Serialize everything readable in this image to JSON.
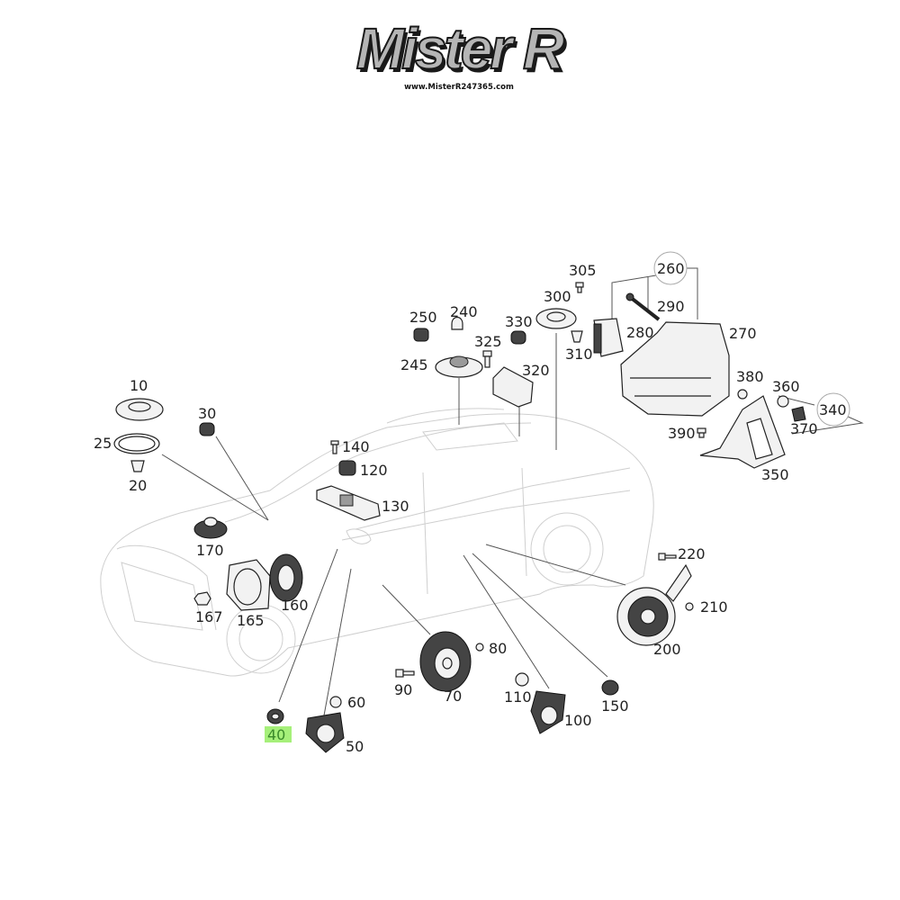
{
  "logo": {
    "brand": "Mister R",
    "url": "www.MisterR247365.com"
  },
  "diagram": {
    "title": "Audio system speaker parts exploded view",
    "highlight_color": "#a6f07a",
    "highlighted_part": "40",
    "parts": [
      {
        "id": "10",
        "name": "front-door-tweeter-speaker"
      },
      {
        "id": "20",
        "name": "clip"
      },
      {
        "id": "25",
        "name": "speaker-ring"
      },
      {
        "id": "30",
        "name": "nut"
      },
      {
        "id": "40",
        "name": "nut",
        "highlighted": true
      },
      {
        "id": "50",
        "name": "door-speaker"
      },
      {
        "id": "60",
        "name": "nut"
      },
      {
        "id": "70",
        "name": "front-door-woofer"
      },
      {
        "id": "80",
        "name": "screw"
      },
      {
        "id": "90",
        "name": "bolt"
      },
      {
        "id": "100",
        "name": "rear-door-speaker"
      },
      {
        "id": "110",
        "name": "clip"
      },
      {
        "id": "120",
        "name": "center-speaker"
      },
      {
        "id": "130",
        "name": "speaker-bracket"
      },
      {
        "id": "140",
        "name": "screw"
      },
      {
        "id": "150",
        "name": "nut"
      },
      {
        "id": "160",
        "name": "footwell-subwoofer"
      },
      {
        "id": "165",
        "name": "subwoofer-housing"
      },
      {
        "id": "167",
        "name": "nut"
      },
      {
        "id": "170",
        "name": "dash-speaker"
      },
      {
        "id": "200",
        "name": "rear-subwoofer"
      },
      {
        "id": "210",
        "name": "screw"
      },
      {
        "id": "220",
        "name": "bolt"
      },
      {
        "id": "240",
        "name": "cap"
      },
      {
        "id": "245",
        "name": "rear-shelf-speaker"
      },
      {
        "id": "250",
        "name": "nut"
      },
      {
        "id": "260",
        "name": "amplifier-kit"
      },
      {
        "id": "270",
        "name": "amplifier-bracket"
      },
      {
        "id": "280",
        "name": "amplifier"
      },
      {
        "id": "290",
        "name": "bolt"
      },
      {
        "id": "300",
        "name": "rear-shelf-speaker"
      },
      {
        "id": "305",
        "name": "screw"
      },
      {
        "id": "310",
        "name": "clip"
      },
      {
        "id": "320",
        "name": "control-unit"
      },
      {
        "id": "325",
        "name": "bolt"
      },
      {
        "id": "330",
        "name": "nut"
      },
      {
        "id": "340",
        "name": "mounting-kit"
      },
      {
        "id": "350",
        "name": "bracket"
      },
      {
        "id": "360",
        "name": "nut"
      },
      {
        "id": "370",
        "name": "clip"
      },
      {
        "id": "380",
        "name": "bolt"
      },
      {
        "id": "390",
        "name": "screw"
      }
    ]
  }
}
